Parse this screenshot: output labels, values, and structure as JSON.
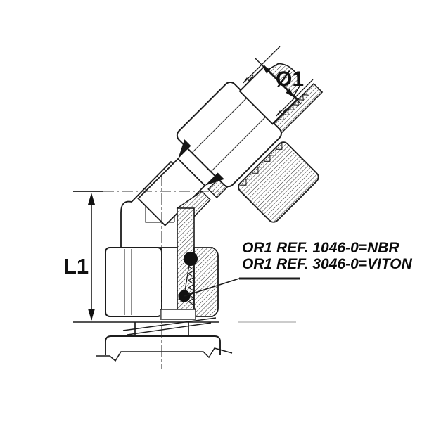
{
  "drawing": {
    "kind": "technical-line-drawing",
    "subject": "45-degree swivel elbow hydraulic fitting, half-section catalog view",
    "dimension_labels": {
      "diameter": "Ø1",
      "length": "L1"
    },
    "annotations": {
      "oring_line1": "OR1 REF. 1046-0=NBR",
      "oring_line2": "OR1 REF. 3046-0=VITON"
    },
    "colors": {
      "background": "#ffffff",
      "line": "#1c1c1c",
      "centerline": "#333333",
      "light_line": "#999999",
      "oring_fill": "#111111"
    }
  }
}
